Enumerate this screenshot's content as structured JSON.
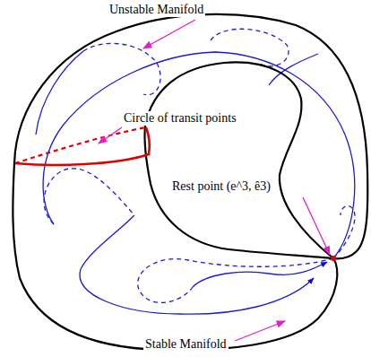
{
  "diagram": {
    "labels": [
      "Unstable Manifold",
      "Circle of transit points",
      "Rest point  (e^3, ê3)",
      "Stable Manifold"
    ]
  }
}
